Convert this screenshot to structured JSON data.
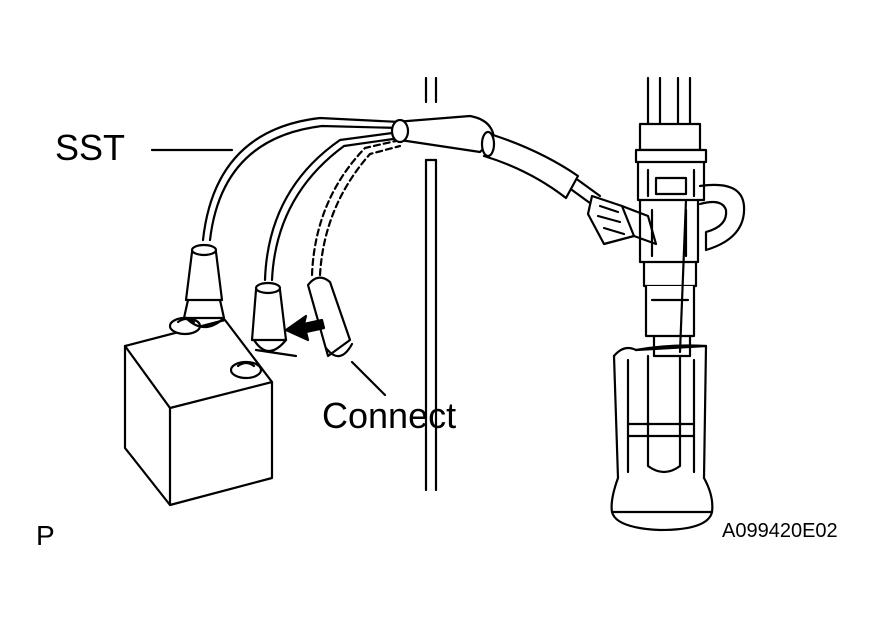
{
  "labels": {
    "sst": "SST",
    "connect": "Connect",
    "view_code": "P",
    "figure_id": "A099420E02"
  },
  "colors": {
    "ink": "#000000",
    "background": "#ffffff"
  }
}
